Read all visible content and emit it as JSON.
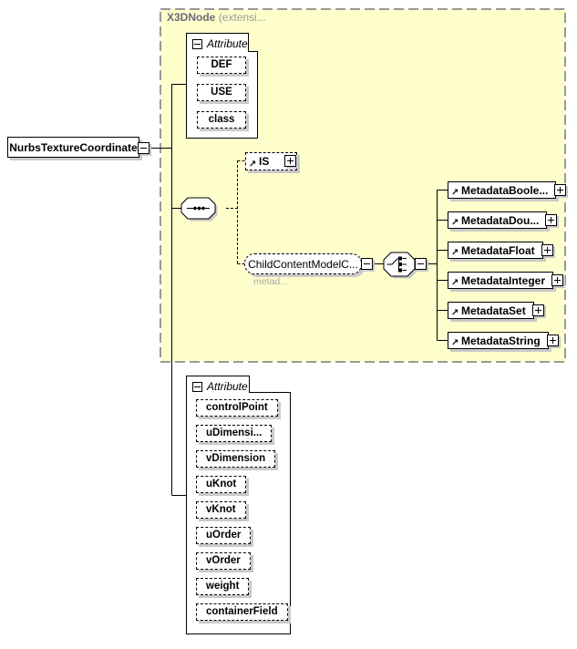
{
  "diagram": {
    "root_element": {
      "label": "NurbsTextureCoordinate"
    },
    "extension_header": {
      "type_name": "X3DNode",
      "suffix": "(extensi..."
    },
    "inherited_attributes": {
      "group_label": "Attribute",
      "items": [
        "DEF",
        "USE",
        "class"
      ]
    },
    "is_element": {
      "label": "IS"
    },
    "child_content_group": {
      "label": "ChildContentModelC...",
      "caption": "metad..."
    },
    "metadata_elements": {
      "items": [
        "MetadataBoole...",
        "MetadataDou...",
        "MetadataFloat",
        "MetadataInteger",
        "MetadataSet",
        "MetadataString"
      ]
    },
    "local_attributes": {
      "group_label": "Attribute",
      "items": [
        "controlPoint",
        "uDimensi...",
        "vDimension",
        "uKnot",
        "vKnot",
        "uOrder",
        "vOrder",
        "weight",
        "containerField"
      ]
    },
    "colors": {
      "extension_bg": "#ffffcc",
      "extension_border": "#999999",
      "shadow": "#c9c9c9",
      "header_text": "#6b6b7a",
      "muted_text": "#a8a8a8"
    }
  }
}
